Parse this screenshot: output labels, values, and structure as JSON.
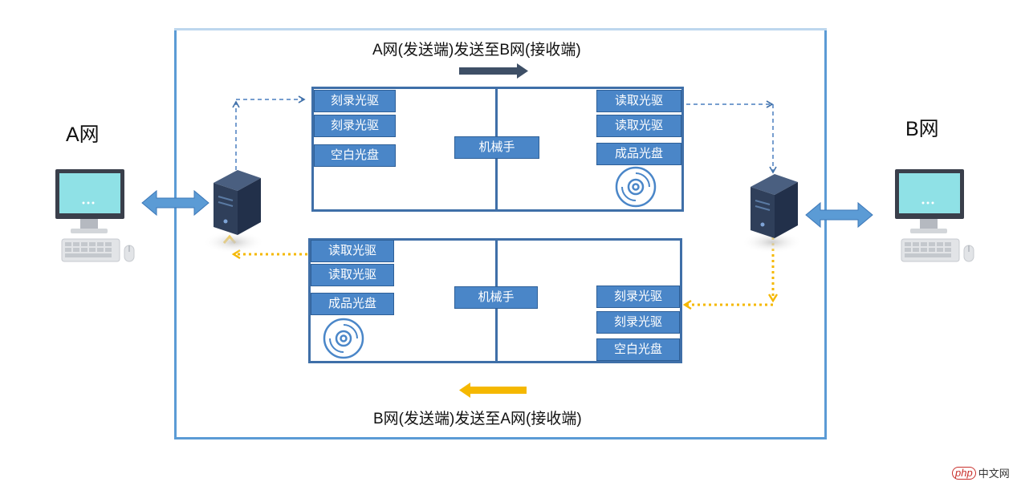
{
  "top_caption": "A网(发送端)发送至B网(接收端)",
  "bottom_caption": "B网(发送端)发送至A网(接收端)",
  "network_a_label": "A网",
  "network_b_label": "B网",
  "top_unit": {
    "left_slots": [
      "刻录光驱",
      "刻录光驱",
      "空白光盘"
    ],
    "robot": "机械手",
    "right_slots": [
      "读取光驱",
      "读取光驱",
      "成品光盘"
    ]
  },
  "bottom_unit": {
    "left_slots": [
      "读取光驱",
      "读取光驱",
      "成品光盘"
    ],
    "robot": "机械手",
    "right_slots": [
      "刻录光驱",
      "刻录光驱",
      "空白光盘"
    ]
  },
  "watermark": {
    "php": "php",
    "site": "中文网"
  },
  "colors": {
    "frame": "#5b9bd5",
    "unit_border": "#3f6fa8",
    "slot_fill": "#4a86c8",
    "a_to_b_arrow": "#3e4f66",
    "b_to_a_arrow": "#f5b800",
    "link_arrow": "#5b9bd5"
  },
  "icons": [
    "desktop-computer-icon",
    "server-icon",
    "disc-icon"
  ]
}
